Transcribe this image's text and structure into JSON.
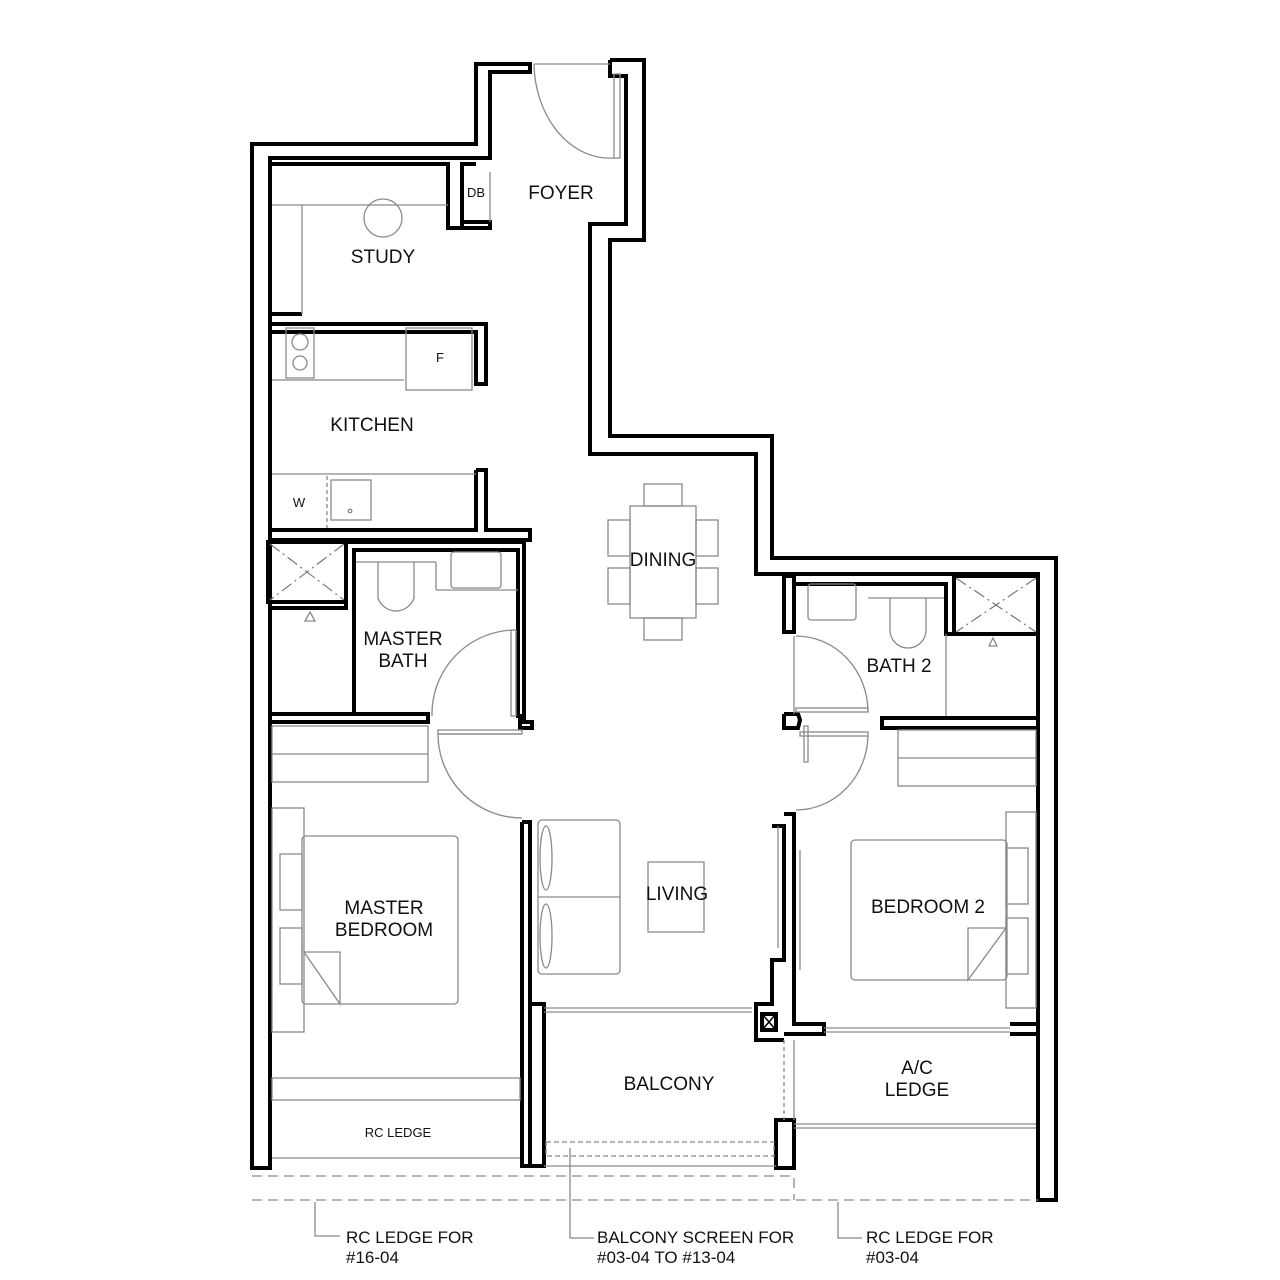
{
  "plan": {
    "rooms": {
      "foyer": "FOYER",
      "db": "DB",
      "study": "STUDY",
      "kitchen": "KITCHEN",
      "fridge": "F",
      "washer": "W",
      "dining": "DINING",
      "master_bath": "MASTER\nBATH",
      "bath2": "BATH 2",
      "master_bedroom": "MASTER\nBEDROOM",
      "living": "LIVING",
      "bedroom2": "BEDROOM 2",
      "balcony": "BALCONY",
      "ac_ledge": "A/C\nLEDGE",
      "rc_ledge": "RC LEDGE"
    },
    "notes": {
      "rc_ledge_16": "RC LEDGE FOR\n#16-04",
      "balcony_screen": "BALCONY SCREEN FOR\n#03-04 TO #13-04",
      "rc_ledge_03": "RC LEDGE FOR\n#03-04"
    },
    "colors": {
      "wall": "#000000",
      "fixture": "#8a8a8a",
      "background": "#ffffff"
    }
  }
}
